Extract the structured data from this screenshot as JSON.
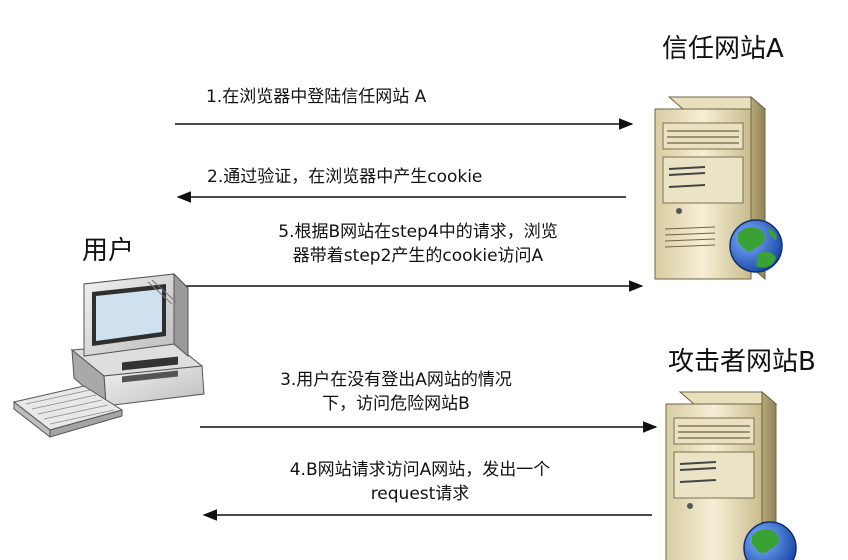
{
  "nodes": {
    "user": "用户",
    "trusted_site": "信任网站A",
    "attacker_site": "攻击者网站B"
  },
  "steps": {
    "step1": "1.在浏览器中登陆信任网站 A",
    "step2": "2.通过验证，在浏览器中产生cookie",
    "step5": [
      "5.根据B网站在step4中的请求，浏览",
      "器带着step2产生的cookie访问A"
    ],
    "step3": [
      "3.用户在没有登出A网站的情况",
      "下，访问危险网站B"
    ],
    "step4": [
      "4.B网站请求访问A网站，发出一个",
      "request请求"
    ]
  },
  "icons": {
    "user": "desktop-computer-icon",
    "server": "server-icon",
    "globe": "globe-icon"
  },
  "colors": {
    "arrow": "#111111",
    "server_body": "#efe6c4",
    "globe_sea": "#2f6fd6",
    "globe_land": "#3aa135"
  }
}
